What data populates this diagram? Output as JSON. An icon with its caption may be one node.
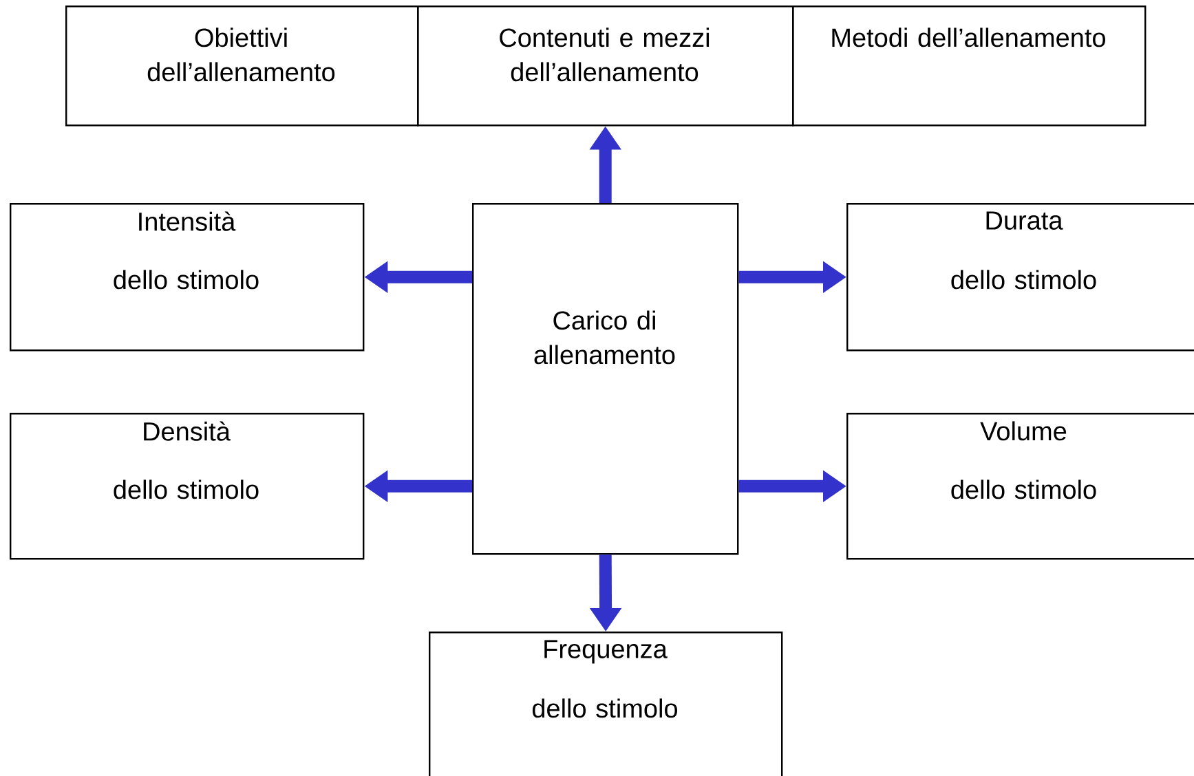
{
  "diagram": {
    "nodes": [
      {
        "text": [
          "Obiettivi dell’allenamento"
        ]
      },
      {
        "text": [
          "Contenuti e mezzi dell’allenamento"
        ]
      },
      {
        "text": [
          "Metodi dell’allenamento"
        ]
      },
      {
        "text": [
          "Intensità",
          "dello stimolo"
        ]
      },
      {
        "text": [
          "Carico di allenamento"
        ]
      },
      {
        "text": [
          "Durata",
          "dello stimolo"
        ]
      },
      {
        "text": [
          "Densità",
          "dello stimolo"
        ]
      },
      {
        "text": [
          "Volume",
          "dello stimolo"
        ]
      },
      {
        "text": [
          "Frequenza",
          "dello stimolo"
        ]
      }
    ],
    "edges": [
      {
        "from": 4,
        "to": 1,
        "arrow": "to"
      },
      {
        "from": 4,
        "to": 3,
        "arrow": "to"
      },
      {
        "from": 4,
        "to": 5,
        "arrow": "to"
      },
      {
        "from": 4,
        "to": 6,
        "arrow": "to"
      },
      {
        "from": 4,
        "to": 7,
        "arrow": "to"
      },
      {
        "from": 4,
        "to": 8,
        "arrow": "to"
      }
    ]
  }
}
